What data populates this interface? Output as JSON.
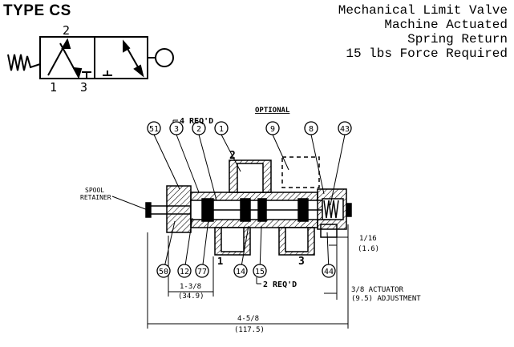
{
  "header": {
    "title": "TYPE CS",
    "spec_lines": [
      "Mechanical Limit Valve",
      "Machine Actuated",
      "Spring Return",
      "15 lbs Force Required"
    ]
  },
  "symbol": {
    "port_top": "2",
    "port_left": "1",
    "port_right": "3"
  },
  "drawing": {
    "balloons": {
      "b51": "51",
      "b3": "3",
      "b2": "2",
      "b1": "1",
      "b9": "9",
      "b8": "8",
      "b43": "43",
      "b50": "50",
      "b12": "12",
      "b77": "77",
      "b14": "14",
      "b15": "15",
      "b44": "44"
    },
    "labels": {
      "req4": "4 REQ'D",
      "optional": "OPTIONAL",
      "spool_retainer_1": "SPOOL",
      "spool_retainer_2": "RETAINER",
      "port2": "2",
      "port1": "1",
      "port3": "3",
      "req2": "2 REQ'D"
    },
    "dimensions": {
      "d116_in": "1/16",
      "d116_mm": "(1.6)",
      "d138_in": "1-3/8",
      "d138_mm": "(34.9)",
      "d38_in": "3/8 ACTUATOR",
      "d38_mm": "(9.5) ADJUSTMENT",
      "d458_in": "4-5/8",
      "d458_mm": "(117.5)"
    }
  }
}
